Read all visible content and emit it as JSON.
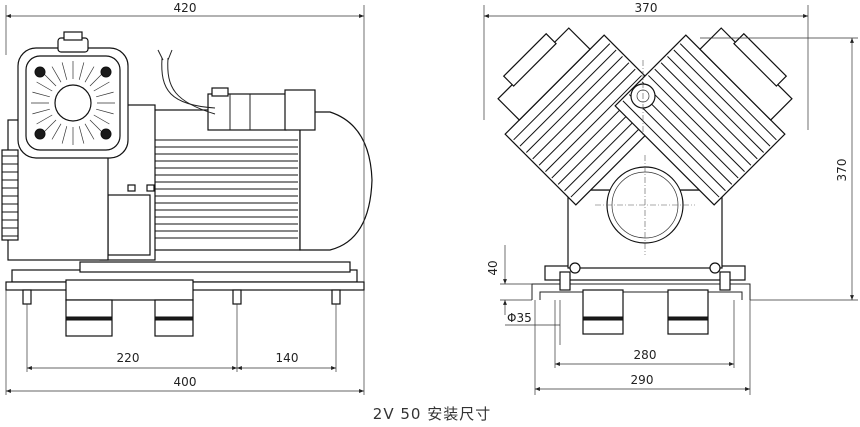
{
  "caption": "2V 50 安装尺寸",
  "side_view": {
    "dims": {
      "overall_length": "420",
      "base_length": "400",
      "mount_spacing_a": "220",
      "mount_spacing_b": "140"
    }
  },
  "front_view": {
    "dims": {
      "overall_width": "370",
      "overall_height": "370",
      "foot_height": "40",
      "hole_diameter": "Φ35",
      "mount_width_inner": "280",
      "mount_width_outer": "290"
    }
  }
}
